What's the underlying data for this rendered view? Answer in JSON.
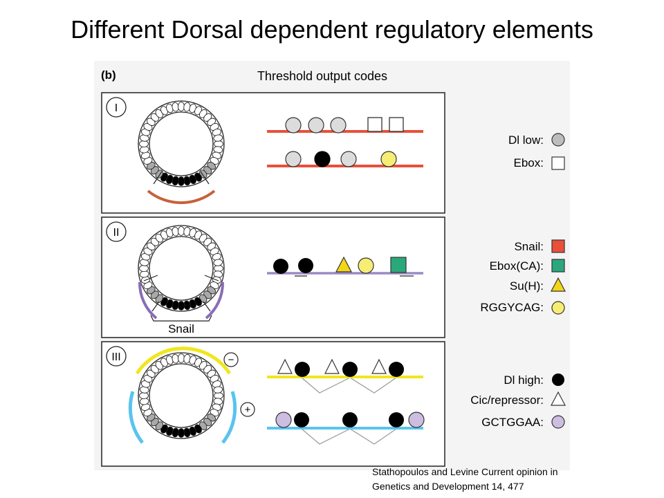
{
  "title": "Different Dorsal dependent regulatory elements",
  "figure": {
    "panel_letter": "(b)",
    "heading": "Threshold output codes",
    "panels": [
      {
        "roman": "I",
        "sign_minus": "",
        "sign_plus": "",
        "label": ""
      },
      {
        "roman": "II",
        "label": "Snail"
      },
      {
        "roman": "III",
        "sign_minus": "−",
        "sign_plus": "+"
      }
    ],
    "legend": [
      {
        "label": "Dl low:",
        "shape": "circle",
        "fill": "#bdbdbd"
      },
      {
        "label": "Ebox:",
        "shape": "square",
        "fill": "#ffffff"
      },
      {
        "label": "Snail:",
        "shape": "square",
        "fill": "#e8503a"
      },
      {
        "label": "Ebox(CA):",
        "shape": "square",
        "fill": "#2aa87c"
      },
      {
        "label": "Su(H):",
        "shape": "triangle",
        "fill": "#f3d617"
      },
      {
        "label": "RGGYCAG:",
        "shape": "circle",
        "fill": "#f6ee74"
      },
      {
        "label": "Dl high:",
        "shape": "circle",
        "fill": "#000000"
      },
      {
        "label": "Cic/repressor:",
        "shape": "triangle",
        "fill": "#ffffff"
      },
      {
        "label": "GCTGGAA:",
        "shape": "circle",
        "fill": "#cdbde0"
      }
    ],
    "colors": {
      "panel1_line": "#e8503a",
      "panel1_arc": "#c8603a",
      "panel2_line": "#9b8ac4",
      "panel2_arc": "#8a6cb8",
      "panel3_yellow": "#f0e61e",
      "panel3_blue": "#59c4ee"
    }
  },
  "citation": {
    "line1": "Stathopoulos and Levine Current opinion in",
    "line2": "Genetics and Development 14, 477"
  }
}
